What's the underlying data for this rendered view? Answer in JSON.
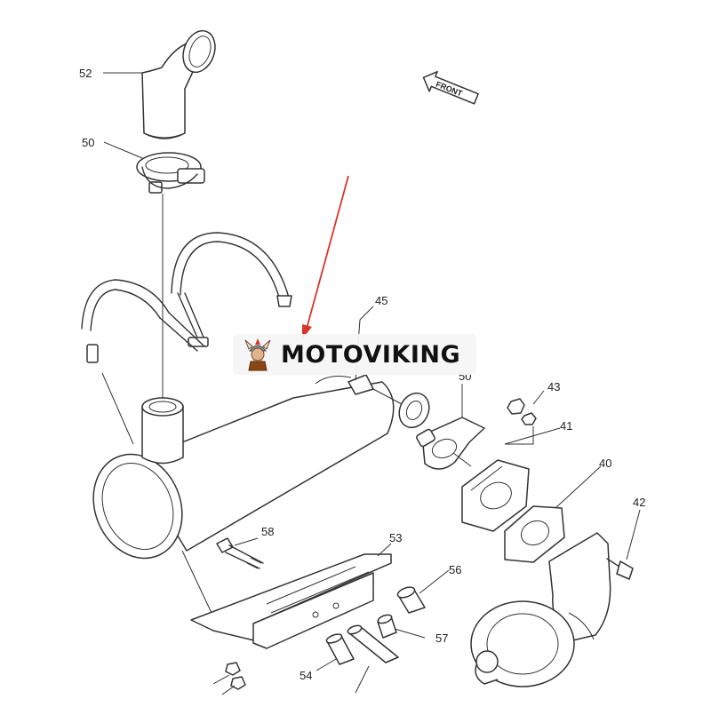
{
  "diagram": {
    "direction_marker": "FRONT",
    "watermark_brand": "MOTOVIKING",
    "colors": {
      "line": "#333333",
      "pointer_arrow": "#d9352b",
      "label": "#222222"
    },
    "callouts": [
      {
        "id": "52",
        "label": "52"
      },
      {
        "id": "50-top",
        "label": "50"
      },
      {
        "id": "45",
        "label": "45"
      },
      {
        "id": "50-right",
        "label": "50"
      },
      {
        "id": "43",
        "label": "43"
      },
      {
        "id": "41",
        "label": "41"
      },
      {
        "id": "40",
        "label": "40"
      },
      {
        "id": "42",
        "label": "42"
      },
      {
        "id": "58",
        "label": "58"
      },
      {
        "id": "53",
        "label": "53"
      },
      {
        "id": "56",
        "label": "56"
      },
      {
        "id": "57",
        "label": "57"
      },
      {
        "id": "54",
        "label": "54"
      }
    ]
  }
}
